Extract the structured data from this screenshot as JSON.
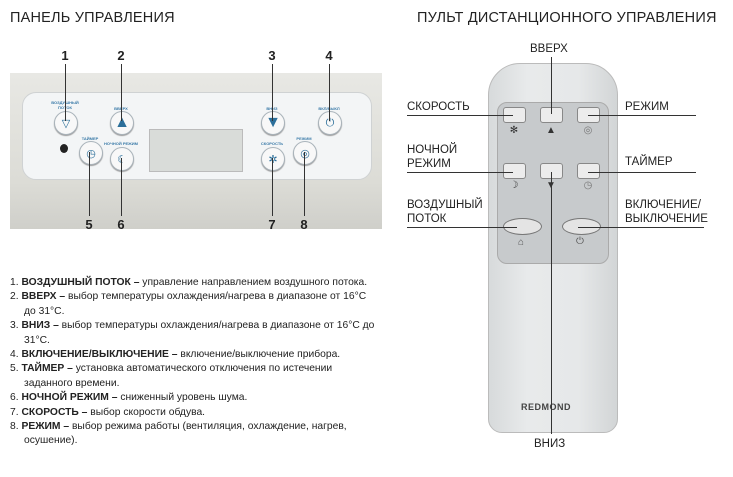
{
  "panel": {
    "title": "ПАНЕЛЬ УПРАВЛЕНИЯ",
    "numbers": [
      "1",
      "2",
      "3",
      "4",
      "5",
      "6",
      "7",
      "8"
    ],
    "button_labels": {
      "airflow": "ВОЗДУШНЫЙ ПОТОК",
      "up": "ВВЕРХ",
      "down": "ВНИЗ",
      "power": "ВКЛ/ВЫКЛ",
      "timer": "ТАЙМЕР",
      "night": "НОЧНОЙ РЕЖИМ",
      "speed": "СКОРОСТЬ",
      "mode": "РЕЖИМ"
    }
  },
  "remote": {
    "title": "ПУЛЬТ ДИСТАНЦИОННОГО УПРАВЛЕНИЯ",
    "brand": "REDMOND",
    "labels": {
      "up": "ВВЕРХ",
      "speed": "СКОРОСТЬ",
      "mode": "РЕЖИМ",
      "night_1": "НОЧНОЙ",
      "night_2": "РЕЖИМ",
      "timer": "ТАЙМЕР",
      "airflow_1": "ВОЗДУШНЫЙ",
      "airflow_2": "ПОТОК",
      "power_1": "ВКЛЮЧЕНИЕ/",
      "power_2": "ВЫКЛЮЧЕНИЕ",
      "down": "ВНИЗ"
    }
  },
  "list": [
    {
      "n": "1.",
      "term": "ВОЗДУШНЫЙ ПОТОК",
      "desc": "управление направлением воздушного потока."
    },
    {
      "n": "2.",
      "term": "ВВЕРХ",
      "desc": "выбор температуры охлаждения/нагрева в диапазоне от 16°С до 31°С."
    },
    {
      "n": "3.",
      "term": "ВНИЗ",
      "desc": "выбор температуры охлаждения/нагрева в диапазоне от 16°С до 31°С."
    },
    {
      "n": "4.",
      "term": "ВКЛЮЧЕНИЕ/ВЫКЛЮЧЕНИЕ",
      "desc": "включение/выключение прибора."
    },
    {
      "n": "5.",
      "term": "ТАЙМЕР",
      "desc": "установка автоматического отключения по истечении заданного времени."
    },
    {
      "n": "6.",
      "term": "НОЧНОЙ РЕЖИМ",
      "desc": "сниженный уровень шума."
    },
    {
      "n": "7.",
      "term": "СКОРОСТЬ",
      "desc": "выбор скорости обдува."
    },
    {
      "n": "8.",
      "term": "РЕЖИМ",
      "desc": "выбор режима работы (вентиляция, охлаждение, нагрев, осушение)."
    }
  ],
  "dash": " – "
}
